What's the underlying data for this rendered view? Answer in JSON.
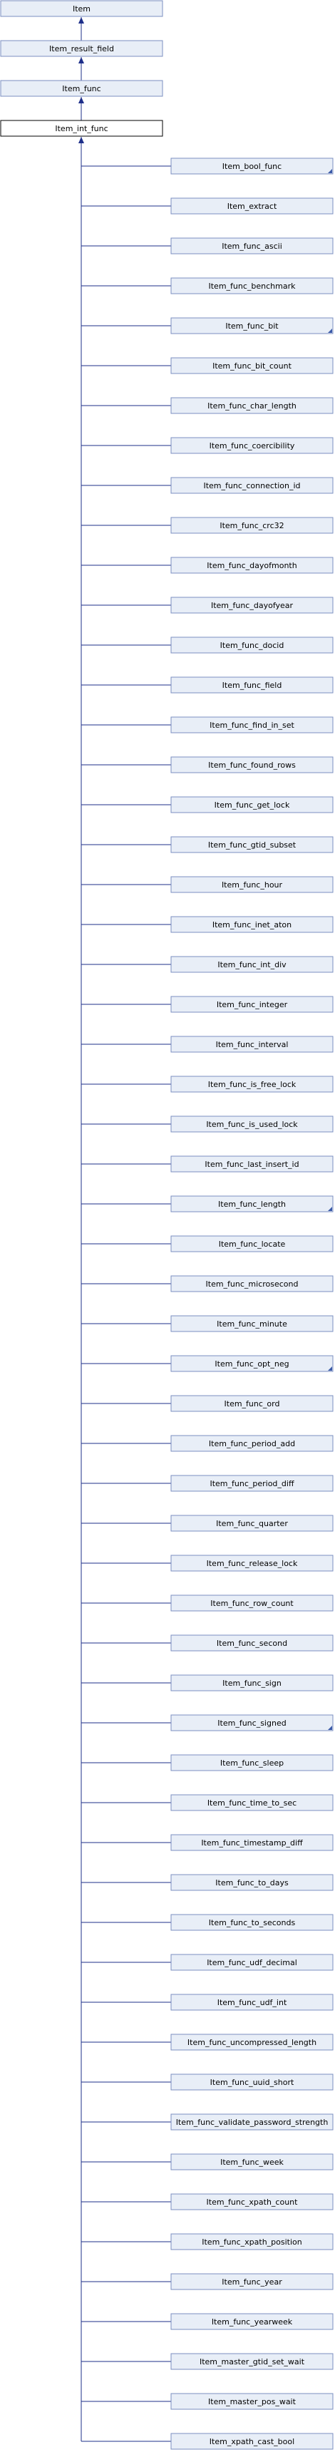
{
  "ancestors": [
    "Item",
    "Item_result_field",
    "Item_func"
  ],
  "current": "Item_int_func",
  "subclasses": [
    {
      "label": "Item_bool_func",
      "has_children": true
    },
    {
      "label": "Item_extract",
      "has_children": false
    },
    {
      "label": "Item_func_ascii",
      "has_children": false
    },
    {
      "label": "Item_func_benchmark",
      "has_children": false
    },
    {
      "label": "Item_func_bit",
      "has_children": true
    },
    {
      "label": "Item_func_bit_count",
      "has_children": false
    },
    {
      "label": "Item_func_char_length",
      "has_children": false
    },
    {
      "label": "Item_func_coercibility",
      "has_children": false
    },
    {
      "label": "Item_func_connection_id",
      "has_children": false
    },
    {
      "label": "Item_func_crc32",
      "has_children": false
    },
    {
      "label": "Item_func_dayofmonth",
      "has_children": false
    },
    {
      "label": "Item_func_dayofyear",
      "has_children": false
    },
    {
      "label": "Item_func_docid",
      "has_children": false
    },
    {
      "label": "Item_func_field",
      "has_children": false
    },
    {
      "label": "Item_func_find_in_set",
      "has_children": false
    },
    {
      "label": "Item_func_found_rows",
      "has_children": false
    },
    {
      "label": "Item_func_get_lock",
      "has_children": false
    },
    {
      "label": "Item_func_gtid_subset",
      "has_children": false
    },
    {
      "label": "Item_func_hour",
      "has_children": false
    },
    {
      "label": "Item_func_inet_aton",
      "has_children": false
    },
    {
      "label": "Item_func_int_div",
      "has_children": false
    },
    {
      "label": "Item_func_integer",
      "has_children": false
    },
    {
      "label": "Item_func_interval",
      "has_children": false
    },
    {
      "label": "Item_func_is_free_lock",
      "has_children": false
    },
    {
      "label": "Item_func_is_used_lock",
      "has_children": false
    },
    {
      "label": "Item_func_last_insert_id",
      "has_children": false
    },
    {
      "label": "Item_func_length",
      "has_children": true
    },
    {
      "label": "Item_func_locate",
      "has_children": false
    },
    {
      "label": "Item_func_microsecond",
      "has_children": false
    },
    {
      "label": "Item_func_minute",
      "has_children": false
    },
    {
      "label": "Item_func_opt_neg",
      "has_children": true
    },
    {
      "label": "Item_func_ord",
      "has_children": false
    },
    {
      "label": "Item_func_period_add",
      "has_children": false
    },
    {
      "label": "Item_func_period_diff",
      "has_children": false
    },
    {
      "label": "Item_func_quarter",
      "has_children": false
    },
    {
      "label": "Item_func_release_lock",
      "has_children": false
    },
    {
      "label": "Item_func_row_count",
      "has_children": false
    },
    {
      "label": "Item_func_second",
      "has_children": false
    },
    {
      "label": "Item_func_sign",
      "has_children": false
    },
    {
      "label": "Item_func_signed",
      "has_children": true
    },
    {
      "label": "Item_func_sleep",
      "has_children": false
    },
    {
      "label": "Item_func_time_to_sec",
      "has_children": false
    },
    {
      "label": "Item_func_timestamp_diff",
      "has_children": false
    },
    {
      "label": "Item_func_to_days",
      "has_children": false
    },
    {
      "label": "Item_func_to_seconds",
      "has_children": false
    },
    {
      "label": "Item_func_udf_decimal",
      "has_children": false
    },
    {
      "label": "Item_func_udf_int",
      "has_children": false
    },
    {
      "label": "Item_func_uncompressed_length",
      "has_children": false
    },
    {
      "label": "Item_func_uuid_short",
      "has_children": false
    },
    {
      "label": "Item_func_validate_password_strength",
      "has_children": false
    },
    {
      "label": "Item_func_week",
      "has_children": false
    },
    {
      "label": "Item_func_xpath_count",
      "has_children": false
    },
    {
      "label": "Item_func_xpath_position",
      "has_children": false
    },
    {
      "label": "Item_func_year",
      "has_children": false
    },
    {
      "label": "Item_func_yearweek",
      "has_children": false
    },
    {
      "label": "Item_master_gtid_set_wait",
      "has_children": false
    },
    {
      "label": "Item_master_pos_wait",
      "has_children": false
    },
    {
      "label": "Item_xpath_cast_bool",
      "has_children": false
    }
  ],
  "colors": {
    "node_fill": "#e8eef7",
    "node_border": "#7b8fc0",
    "current_border": "#000000",
    "edge": "#1e2f8a"
  }
}
